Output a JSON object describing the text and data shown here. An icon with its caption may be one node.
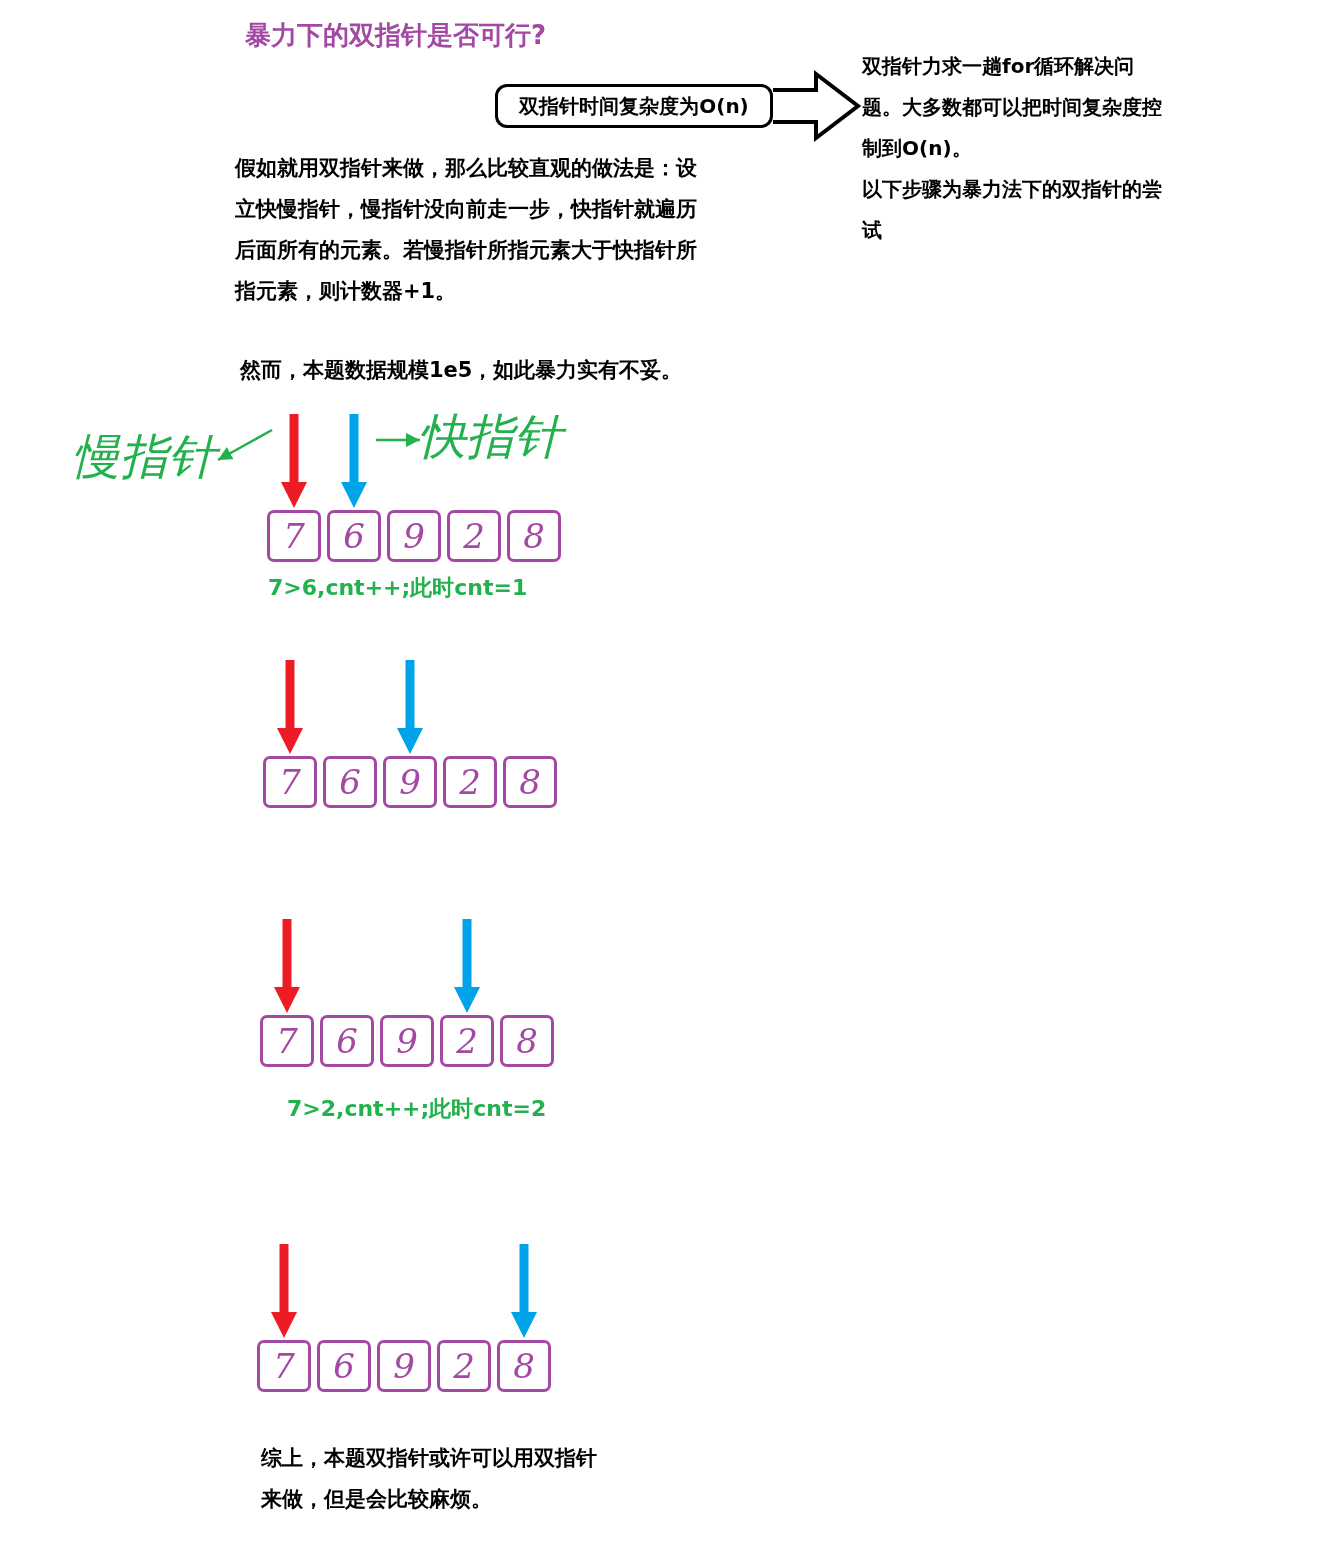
{
  "diagram": {
    "title": "暴力下的双指针是否可行?",
    "nodes": [
      {
        "text": [
          "双指针时间复杂度为O(n)"
        ]
      },
      {
        "text": [
          "双指针力求一趟for循环解决问题。大多数都可以把时间复杂度控制到O(n)。",
          "以下步骤为暴力法下的双指针的尝试"
        ]
      },
      {
        "text": [
          "慢指针"
        ]
      },
      {
        "text": [
          "快指针"
        ]
      },
      {
        "text": [
          "7"
        ]
      },
      {
        "text": [
          "6"
        ]
      },
      {
        "text": [
          "9"
        ]
      },
      {
        "text": [
          "2"
        ]
      },
      {
        "text": [
          "8"
        ]
      },
      {
        "text": [
          "7"
        ]
      },
      {
        "text": [
          "6"
        ]
      },
      {
        "text": [
          "9"
        ]
      },
      {
        "text": [
          "2"
        ]
      },
      {
        "text": [
          "8"
        ]
      },
      {
        "text": [
          "7"
        ]
      },
      {
        "text": [
          "6"
        ]
      },
      {
        "text": [
          "9"
        ]
      },
      {
        "text": [
          "2"
        ]
      },
      {
        "text": [
          "8"
        ]
      },
      {
        "text": [
          "7"
        ]
      },
      {
        "text": [
          "6"
        ]
      },
      {
        "text": [
          "9"
        ]
      },
      {
        "text": [
          "2"
        ]
      },
      {
        "text": [
          "8"
        ]
      }
    ],
    "edges": [
      {
        "from": 0,
        "to": 1,
        "arrow": "to",
        "style": "thick"
      },
      {
        "from": null,
        "to": 2,
        "arrow": "to",
        "color": "#22b14c"
      },
      {
        "from": null,
        "to": 3,
        "arrow": "to",
        "color": "#22b14c"
      },
      {
        "from": null,
        "to": 4,
        "arrow": "to",
        "color": "#ed1c24"
      },
      {
        "from": null,
        "to": 5,
        "arrow": "to",
        "color": "#00a2e8"
      },
      {
        "from": null,
        "to": 9,
        "arrow": "to",
        "color": "#ed1c24"
      },
      {
        "from": null,
        "to": 11,
        "arrow": "to",
        "color": "#00a2e8"
      },
      {
        "from": null,
        "to": 14,
        "arrow": "to",
        "color": "#ed1c24"
      },
      {
        "from": null,
        "to": 17,
        "arrow": "to",
        "color": "#00a2e8"
      },
      {
        "from": null,
        "to": 19,
        "arrow": "to",
        "color": "#ed1c24"
      },
      {
        "from": null,
        "to": 23,
        "arrow": "to",
        "color": "#00a2e8"
      }
    ],
    "labels": [
      "假如就用双指针来做，那么比较直观的做法是：设立快慢指针，慢指针没向前走一步，快指针就遍历后面所有的元素。若慢指针所指元素大于快指针所指元素，则计数器+1。",
      "然而，本题数据规模1e5，如此暴力实有不妥。",
      "7>6,cnt++;此时cnt=1",
      "7>2,cnt++;此时cnt=2",
      "综上，本题双指针或许可以用双指针来做，但是会比较麻烦。"
    ]
  }
}
